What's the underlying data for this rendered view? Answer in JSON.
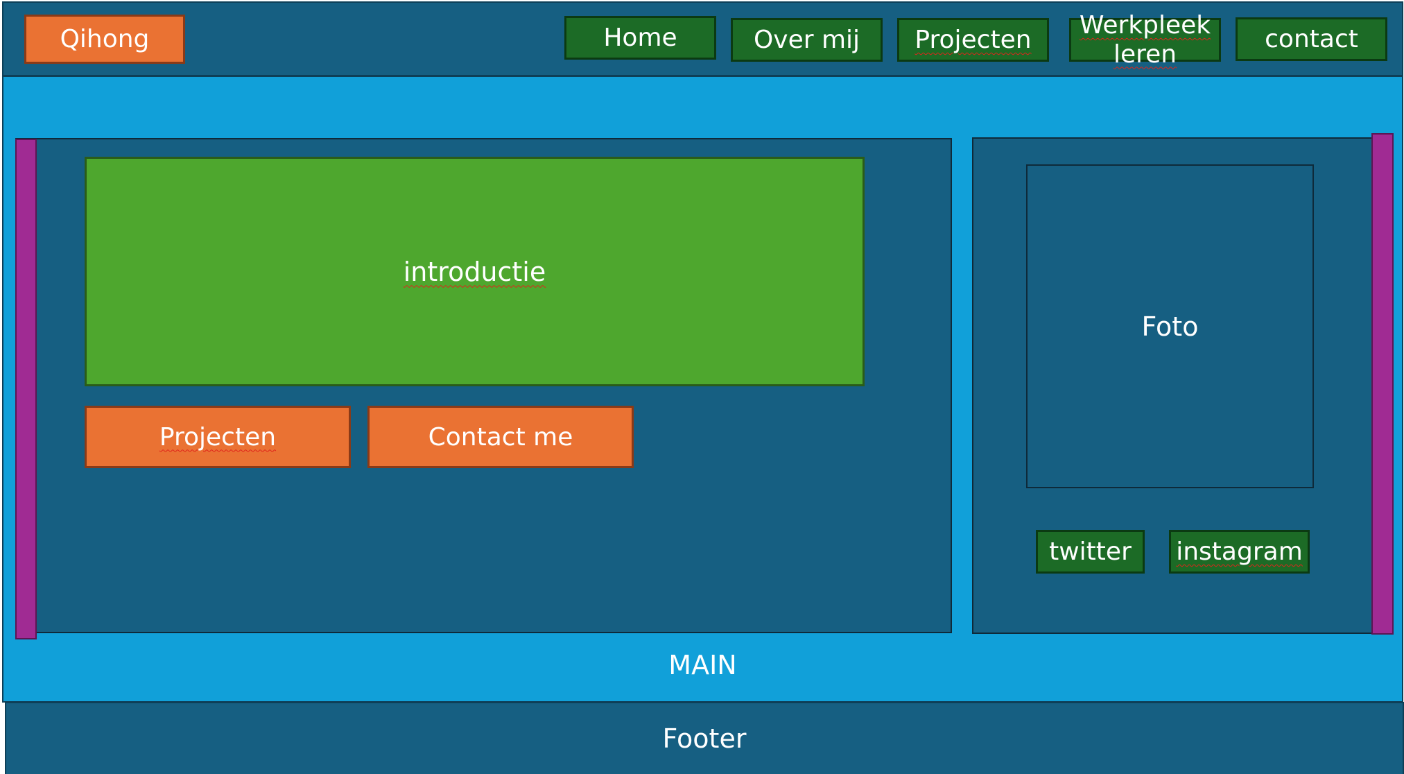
{
  "header": {
    "logo_label": "Qihong",
    "nav": [
      {
        "label": "Home"
      },
      {
        "label": "Over mij"
      },
      {
        "label": "Projecten"
      },
      {
        "label": "Werkpleek leren"
      },
      {
        "label": "contact"
      }
    ]
  },
  "content": {
    "intro_label": "introductie",
    "buttons": [
      {
        "label": "Projecten"
      },
      {
        "label": "Contact me"
      }
    ]
  },
  "aside": {
    "photo_label": "Foto",
    "social": [
      {
        "label": "twitter"
      },
      {
        "label": "instagram"
      }
    ]
  },
  "main_label": "MAIN",
  "footer_label": "Footer",
  "colors": {
    "header_bg": "#165f82",
    "main_bg": "#11a0d9",
    "accent_orange": "#ea7233",
    "nav_green": "#1c6b26",
    "intro_green": "#4ea72e",
    "side_bar_purple": "#a02b93"
  }
}
